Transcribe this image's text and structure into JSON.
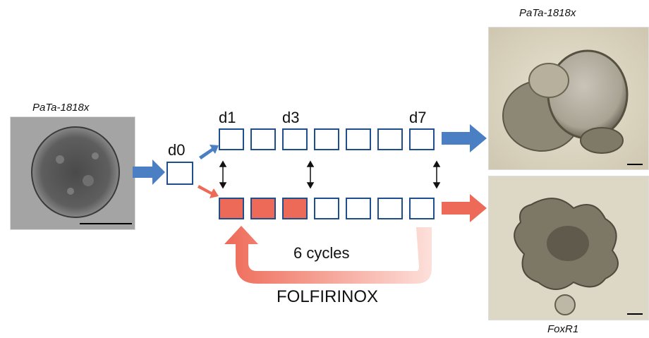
{
  "labels": {
    "left_image_caption": "PaTa-1818x",
    "top_image_caption": "PaTa-1818x",
    "bottom_image_caption": "FoxR1",
    "d0": "d0",
    "d1": "d1",
    "d3": "d3",
    "d7": "d7",
    "cycles": "6 cycles",
    "treatment": "FOLFIRINOX"
  },
  "timeline": {
    "box_count": 7,
    "treated_boxes": 3
  },
  "colors": {
    "box_border": "#1f4e8c",
    "blue_arrow": "#4a7fc4",
    "red_arrow": "#ee6a58",
    "treated_fill": "#ee6a58"
  }
}
